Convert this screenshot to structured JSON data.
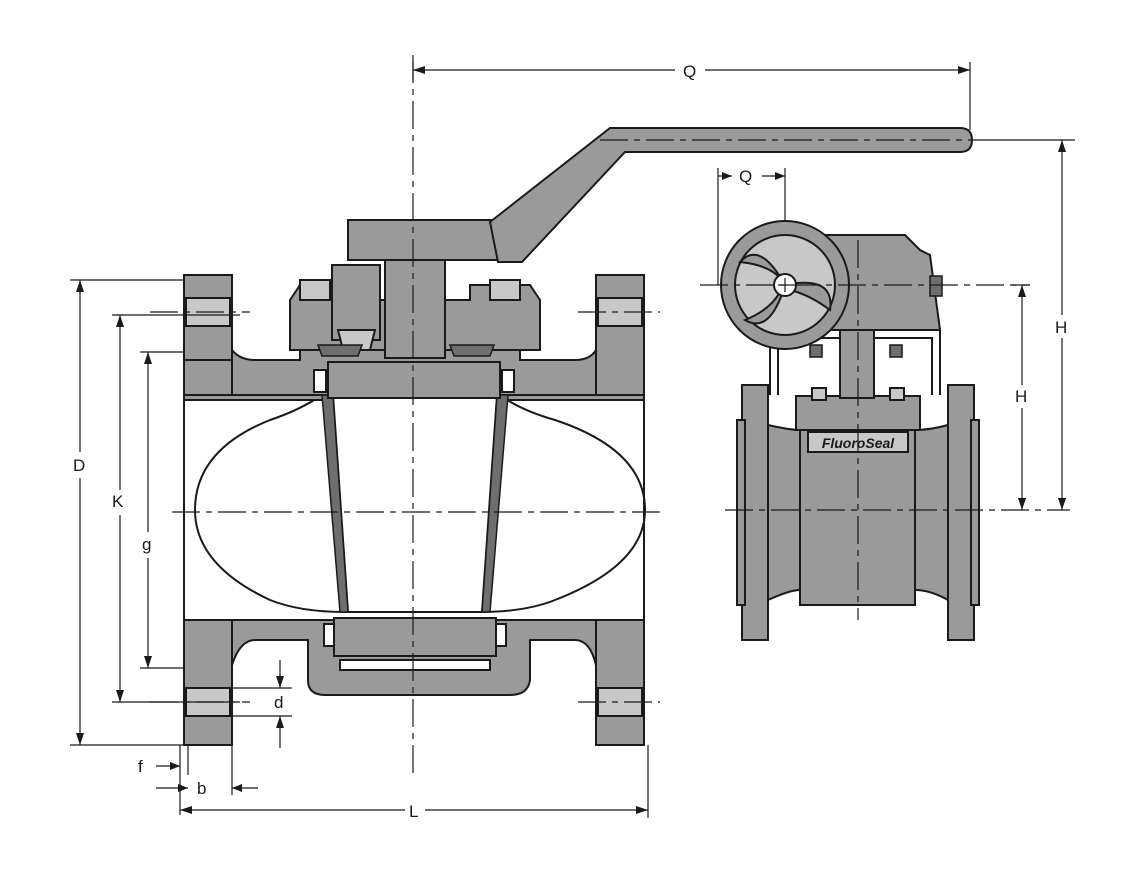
{
  "labels": {
    "Q_top": "Q",
    "Q_wheel": "Q",
    "H_outer": "H",
    "H_inner": "H",
    "D": "D",
    "K": "K",
    "g": "g",
    "d": "d",
    "f": "f",
    "b": "b",
    "L": "L",
    "brand": "FluoroSeal"
  },
  "colors": {
    "body": "#9a9a9a",
    "outline": "#1a1a1a",
    "background": "#ffffff"
  }
}
